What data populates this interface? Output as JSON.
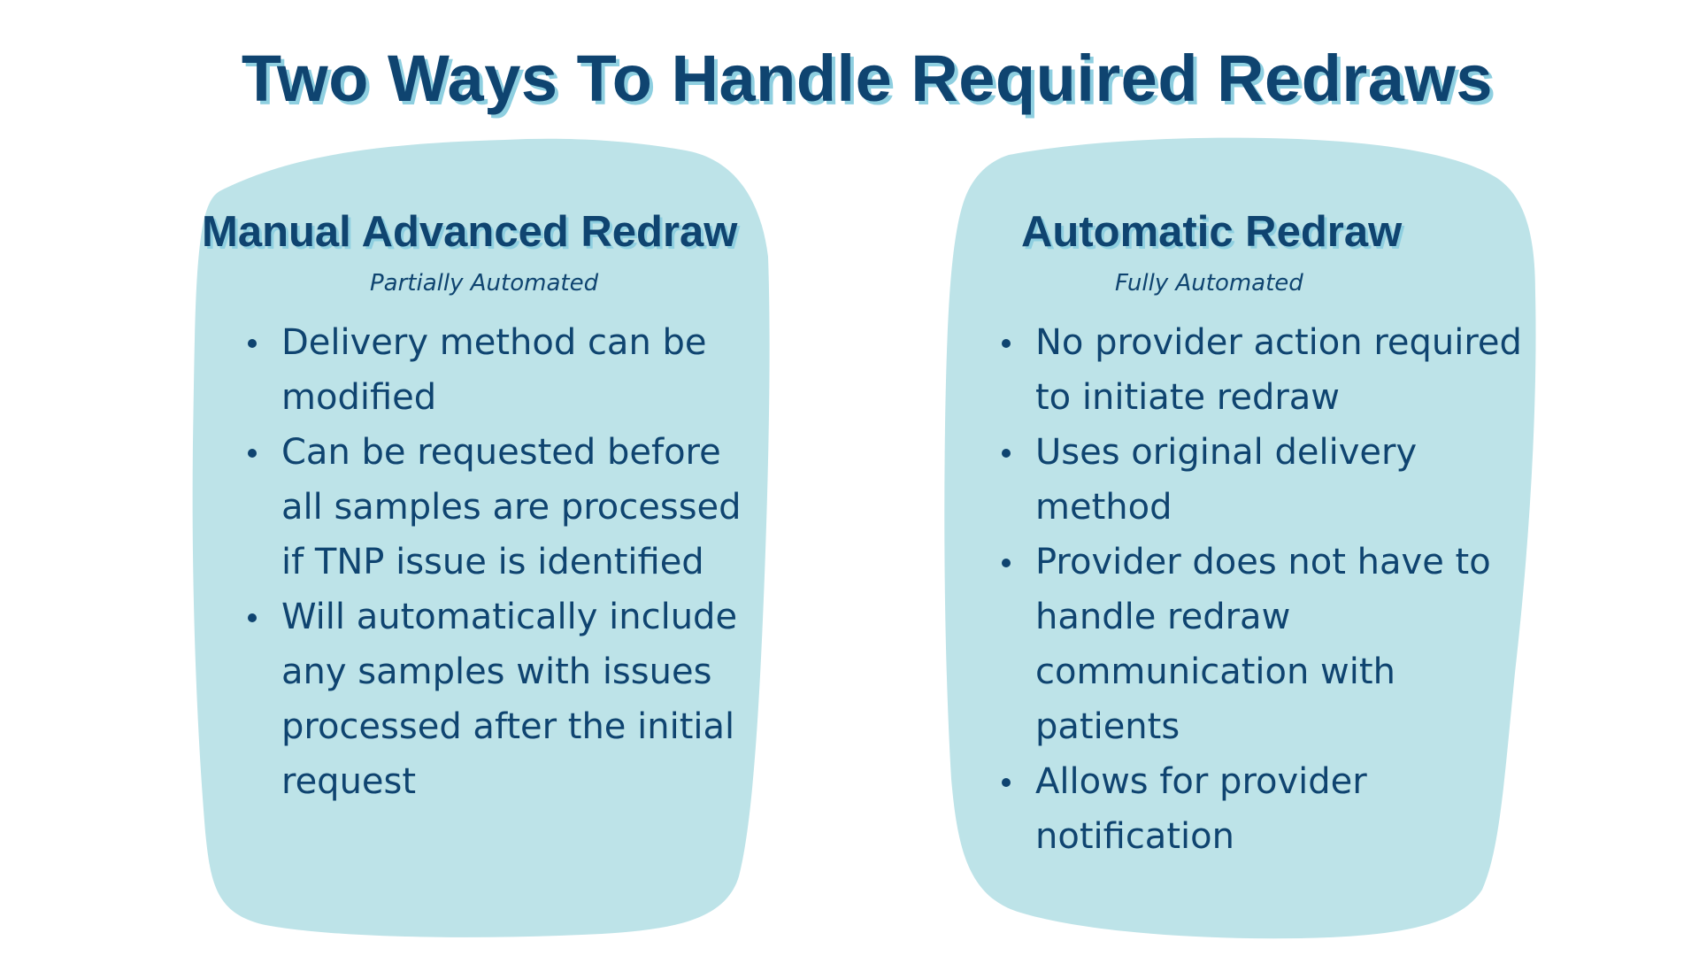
{
  "title": "Two Ways To Handle Required Redraws",
  "colors": {
    "text": "#0f4470",
    "blob": "#bde3e8",
    "shadow": "#8ecfe0",
    "background": "#ffffff"
  },
  "cards": [
    {
      "heading": "Manual Advanced Redraw",
      "subheading": "Partially Automated",
      "bullets": [
        "Delivery method can be modified",
        "Can be requested before all samples are processed if TNP issue is identified",
        "Will automatically include any samples with issues processed after the initial request"
      ]
    },
    {
      "heading": "Automatic Redraw",
      "subheading": "Fully Automated",
      "bullets": [
        "No provider action required to initiate redraw",
        "Uses original delivery method",
        "Provider does not have to handle redraw communication with patients",
        "Allows for provider notification"
      ]
    }
  ]
}
